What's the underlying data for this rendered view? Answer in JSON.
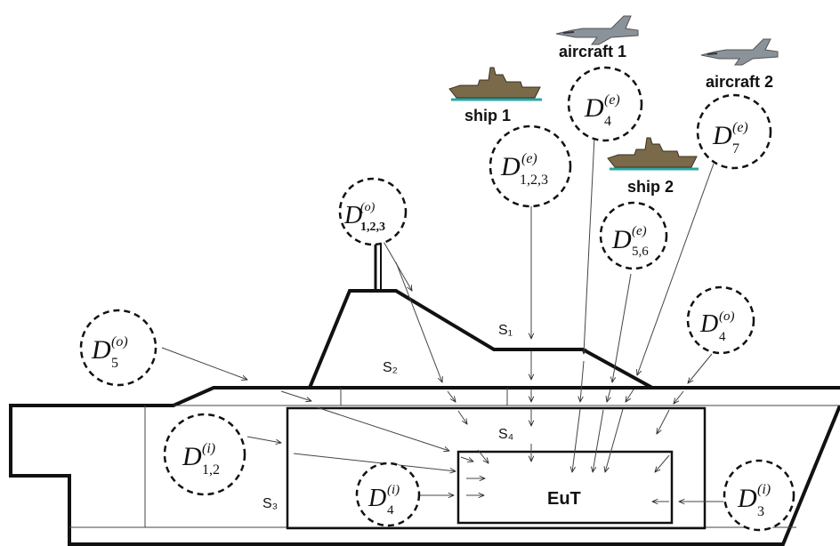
{
  "labels": {
    "aircraft1": "aircraft 1",
    "aircraft2": "aircraft 2",
    "ship1": "ship 1",
    "ship2": "ship 2",
    "s1": "S₁",
    "s2": "S₂",
    "s3": "S₃",
    "s4": "S₄",
    "eut": "EuT"
  },
  "disturbances": {
    "d123e": {
      "symbol": "D",
      "sub": "1,2,3",
      "sup": "(e)"
    },
    "d4e": {
      "symbol": "D",
      "sub": "4",
      "sup": "(e)"
    },
    "d7e": {
      "symbol": "D",
      "sub": "7",
      "sup": "(e)"
    },
    "d56e": {
      "symbol": "D",
      "sub": "5,6",
      "sup": "(e)"
    },
    "d123o": {
      "symbol": "D",
      "sub": "1,2,3",
      "sup": "(o)"
    },
    "d5o": {
      "symbol": "D",
      "sub": "5",
      "sup": "(o)"
    },
    "d4o": {
      "symbol": "D",
      "sub": "4",
      "sup": "(o)"
    },
    "d12i": {
      "symbol": "D",
      "sub": "1,2",
      "sup": "(i)"
    },
    "d4i": {
      "symbol": "D",
      "sub": "4",
      "sup": "(i)"
    },
    "d3i": {
      "symbol": "D",
      "sub": "3",
      "sup": "(i)"
    }
  },
  "colors": {
    "line": "#111111",
    "water": "#2aa7a5",
    "aircraft": "#8a929a",
    "ship": "#7a6a4a"
  },
  "icons": [
    "aircraft-icon",
    "ship-icon"
  ]
}
